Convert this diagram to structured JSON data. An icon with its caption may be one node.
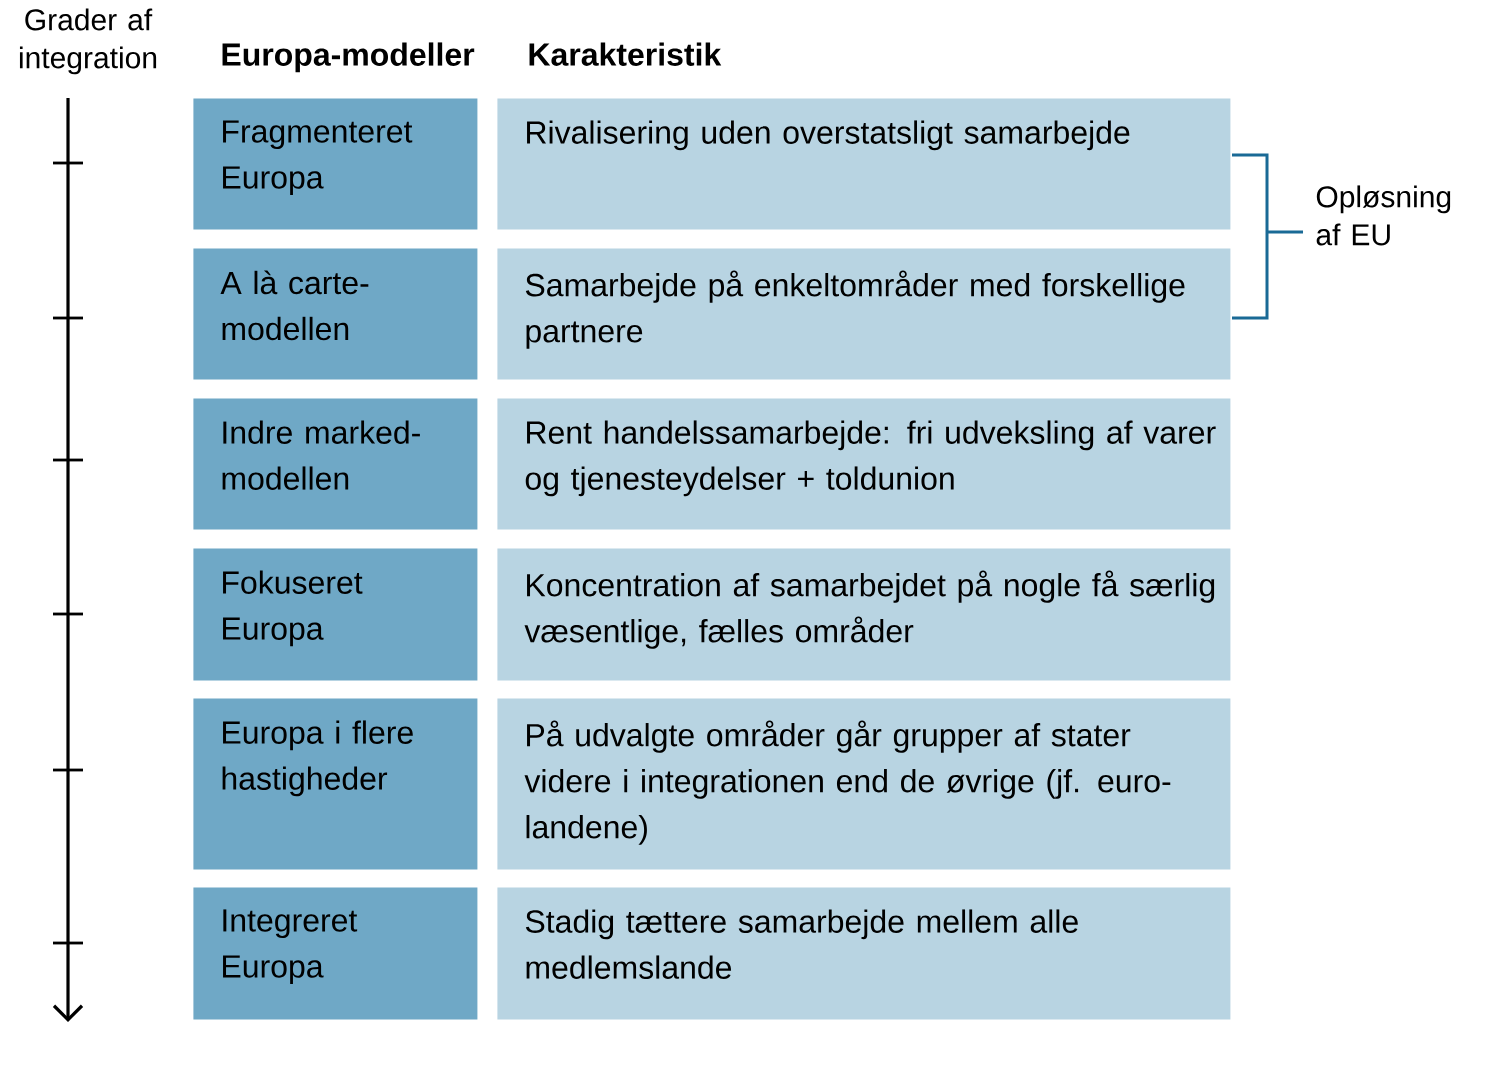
{
  "diagram": {
    "nodes": [
      {
        "text": [
          "Fragmenteret Europa"
        ]
      },
      {
        "text": [
          "A là carte-modellen"
        ]
      },
      {
        "text": [
          "Indre marked-modellen"
        ]
      },
      {
        "text": [
          "Fokuseret Europa"
        ]
      },
      {
        "text": [
          "Europa i flere hastigheder"
        ]
      },
      {
        "text": [
          "Integreret Europa"
        ]
      },
      {
        "text": [
          "Rivalisering uden overstatsligt samarbejde"
        ]
      },
      {
        "text": [
          "Samarbejde på enkeltområder med forskellige partnere"
        ]
      },
      {
        "text": [
          "Rent handelssamarbejde: fri udveksling af varer og tjenesteydelser + toldunion"
        ]
      },
      {
        "text": [
          "Koncentration af samarbejdet på nogle få særlig væsentlige, fælles områder"
        ]
      },
      {
        "text": [
          "På udvalgte områder går grupper af stater videre i integrationen end de øvrige (jf. euro-landene)"
        ]
      },
      {
        "text": [
          "Stadig tættere samarbejde mellem alle medlemslande"
        ]
      }
    ],
    "labels": [
      "Grader af integration",
      "Europa-modeller",
      "Karakteristik",
      "Opløsning af EU"
    ]
  }
}
